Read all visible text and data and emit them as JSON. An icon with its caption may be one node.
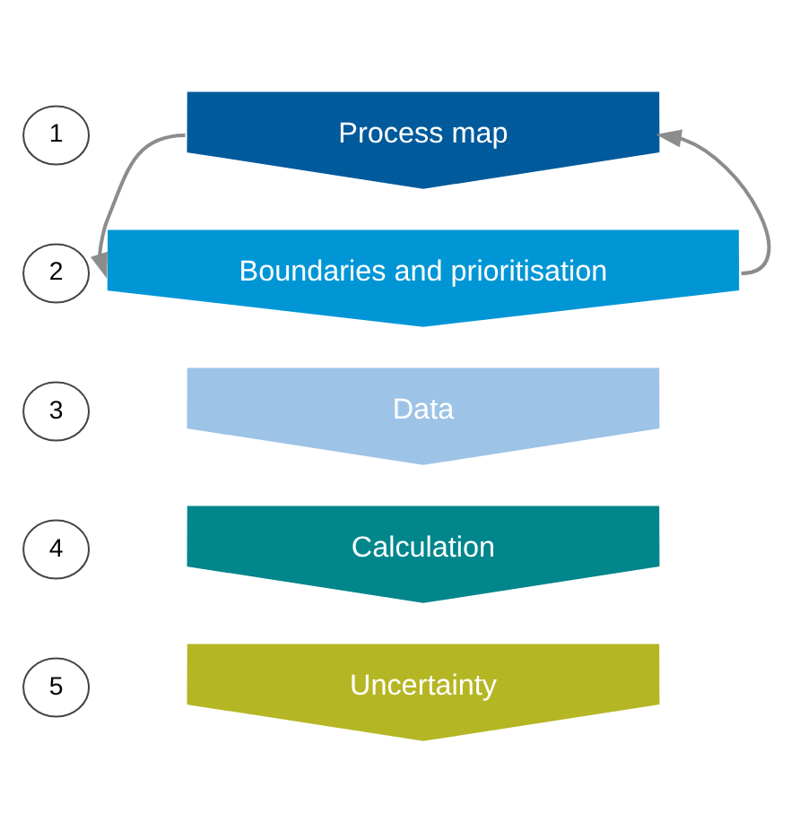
{
  "diagram": {
    "nodes": [
      {
        "text": [
          "1"
        ]
      },
      {
        "text": [
          "Process map"
        ]
      },
      {
        "text": [
          "2"
        ]
      },
      {
        "text": [
          "Boundaries and prioritisation"
        ]
      },
      {
        "text": [
          "3"
        ]
      },
      {
        "text": [
          "Data"
        ]
      },
      {
        "text": [
          "4"
        ]
      },
      {
        "text": [
          "Calculation"
        ]
      },
      {
        "text": [
          "5"
        ]
      },
      {
        "text": [
          "Uncertainty"
        ]
      }
    ],
    "edges": [
      {
        "from": 1,
        "to": 3,
        "arrow": "to"
      },
      {
        "from": 3,
        "to": 1,
        "arrow": "to"
      }
    ]
  }
}
